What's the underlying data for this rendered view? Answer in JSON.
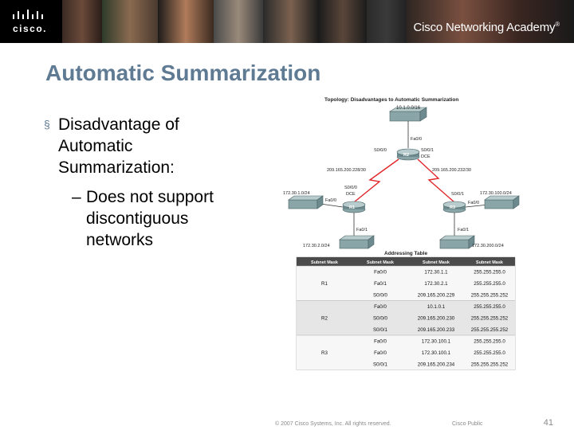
{
  "header": {
    "logo_text": "cisco.",
    "academy_text": "Cisco Networking Academy",
    "trademark": "®"
  },
  "slide": {
    "title": "Automatic Summarization",
    "bullet1": "Disadvantage of Automatic Summarization:",
    "bullet1_mark": "§",
    "bullet2": "Does not support discontiguous networks",
    "bullet2_mark": "–"
  },
  "topology": {
    "caption": "Topology: Disadvantages to Automatic Summarization",
    "r2_lan": "10.1.0.0/16",
    "r2_fa": "Fa0/0",
    "r2_s00": "S0/0/0",
    "r2_s01": "S0/0/1",
    "r2_dce": "DCE",
    "r2_name": "R2",
    "link_left": "209.165.200.228/30",
    "link_right": "209.165.200.232/30",
    "r1_name": "R1",
    "r1_s00": "S0/0/0",
    "r1_dce": "DCE",
    "r1_fa0": "Fa0/0",
    "r1_fa1": "Fa0/1",
    "r1_lan0": "172.30.1.0/24",
    "r1_lan1": "172.30.2.0/24",
    "r3_name": "R3",
    "r3_s01": "S0/0/1",
    "r3_fa0": "Fa0/0",
    "r3_fa1": "Fa0/1",
    "r3_lan0": "172.30.100.0/24",
    "r3_lan1": "172.30.200.0/24"
  },
  "addressing": {
    "caption": "Addressing Table",
    "headers": [
      "Subnet Mask",
      "Subnet Mask",
      "Subnet Mask",
      "Subnet Mask"
    ],
    "rows": [
      [
        "R1",
        "Fa0/0",
        "172.30.1.1",
        "255.255.255.0"
      ],
      [
        "",
        "Fa0/1",
        "172.30.2.1",
        "255.255.255.0"
      ],
      [
        "",
        "S0/0/0",
        "209.165.200.229",
        "255.255.255.252"
      ],
      [
        "R2",
        "Fa0/0",
        "10.1.0.1",
        "255.255.255.0"
      ],
      [
        "",
        "S0/0/0",
        "209.165.200.230",
        "255.255.255.252"
      ],
      [
        "",
        "S0/0/1",
        "209.165.200.233",
        "255.255.255.252"
      ],
      [
        "R3",
        "Fa0/0",
        "172.30.100.1",
        "255.255.255.0"
      ],
      [
        "",
        "Fa0/0",
        "172.30.100.1",
        "255.255.255.0"
      ],
      [
        "",
        "S0/0/1",
        "209.165.200.234",
        "255.255.255.252"
      ]
    ]
  },
  "footer": {
    "copyright": "© 2007 Cisco Systems, Inc. All rights reserved.",
    "classification": "Cisco Public",
    "page": "41"
  },
  "colors": {
    "title": "#5f7a93",
    "link": "#e0272a",
    "header_bg": "#1a1a1a"
  }
}
